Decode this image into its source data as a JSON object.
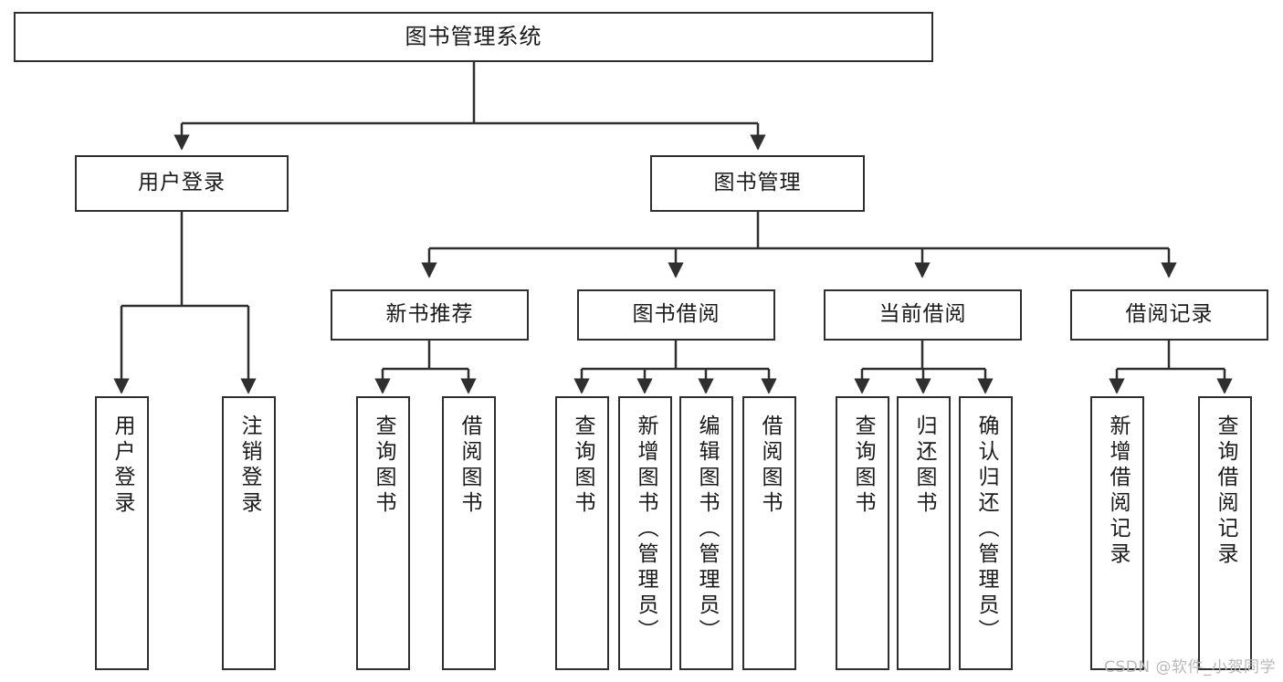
{
  "diagram": {
    "type": "tree-hierarchy-diagram",
    "title": "图书管理系统",
    "watermark": "CSDN @软件_小贺同学",
    "colors": {
      "box_border": "#2f2f2f",
      "box_fill": "#ffffff",
      "connector": "#2f2f2f",
      "text": "#1a1a1a",
      "watermark": "#b9b9b9",
      "background": "#ffffff"
    },
    "levels": [
      {
        "level": 1,
        "nodes": [
          {
            "id": "root",
            "label": "图书管理系统",
            "orientation": "horizontal"
          }
        ]
      },
      {
        "level": 2,
        "nodes": [
          {
            "id": "user-login",
            "label": "用户登录",
            "orientation": "horizontal",
            "parent": "root"
          },
          {
            "id": "book-mgmt",
            "label": "图书管理",
            "orientation": "horizontal",
            "parent": "root"
          }
        ]
      },
      {
        "level": 3,
        "nodes": [
          {
            "id": "new-book-rec",
            "label": "新书推荐",
            "orientation": "horizontal",
            "parent": "book-mgmt"
          },
          {
            "id": "book-borrow",
            "label": "图书借阅",
            "orientation": "horizontal",
            "parent": "book-mgmt"
          },
          {
            "id": "current-borrow",
            "label": "当前借阅",
            "orientation": "horizontal",
            "parent": "book-mgmt"
          },
          {
            "id": "borrow-record",
            "label": "借阅记录",
            "orientation": "horizontal",
            "parent": "book-mgmt"
          }
        ]
      },
      {
        "level": 4,
        "nodes": [
          {
            "id": "leaf-user-login",
            "label": "用户登录",
            "orientation": "vertical",
            "parent": "user-login"
          },
          {
            "id": "leaf-logout",
            "label": "注销登录",
            "orientation": "vertical",
            "parent": "user-login"
          },
          {
            "id": "leaf-query-book-1",
            "label": "查询图书",
            "orientation": "vertical",
            "parent": "new-book-rec"
          },
          {
            "id": "leaf-borrow-book-1",
            "label": "借阅图书",
            "orientation": "vertical",
            "parent": "new-book-rec"
          },
          {
            "id": "leaf-query-book-2",
            "label": "查询图书",
            "orientation": "vertical",
            "parent": "book-borrow"
          },
          {
            "id": "leaf-add-book",
            "label": "新增图书（管理员）",
            "orientation": "vertical",
            "parent": "book-borrow"
          },
          {
            "id": "leaf-edit-book",
            "label": "编辑图书（管理员）",
            "orientation": "vertical",
            "parent": "book-borrow"
          },
          {
            "id": "leaf-borrow-book-2",
            "label": "借阅图书",
            "orientation": "vertical",
            "parent": "book-borrow"
          },
          {
            "id": "leaf-query-book-3",
            "label": "查询图书",
            "orientation": "vertical",
            "parent": "current-borrow"
          },
          {
            "id": "leaf-return-book",
            "label": "归还图书",
            "orientation": "vertical",
            "parent": "current-borrow"
          },
          {
            "id": "leaf-confirm-return",
            "label": "确认归还（管理员）",
            "orientation": "vertical",
            "parent": "current-borrow"
          },
          {
            "id": "leaf-add-record",
            "label": "新增借阅记录",
            "orientation": "vertical",
            "parent": "borrow-record"
          },
          {
            "id": "leaf-query-record",
            "label": "查询借阅记录",
            "orientation": "vertical",
            "parent": "borrow-record"
          }
        ]
      }
    ]
  }
}
